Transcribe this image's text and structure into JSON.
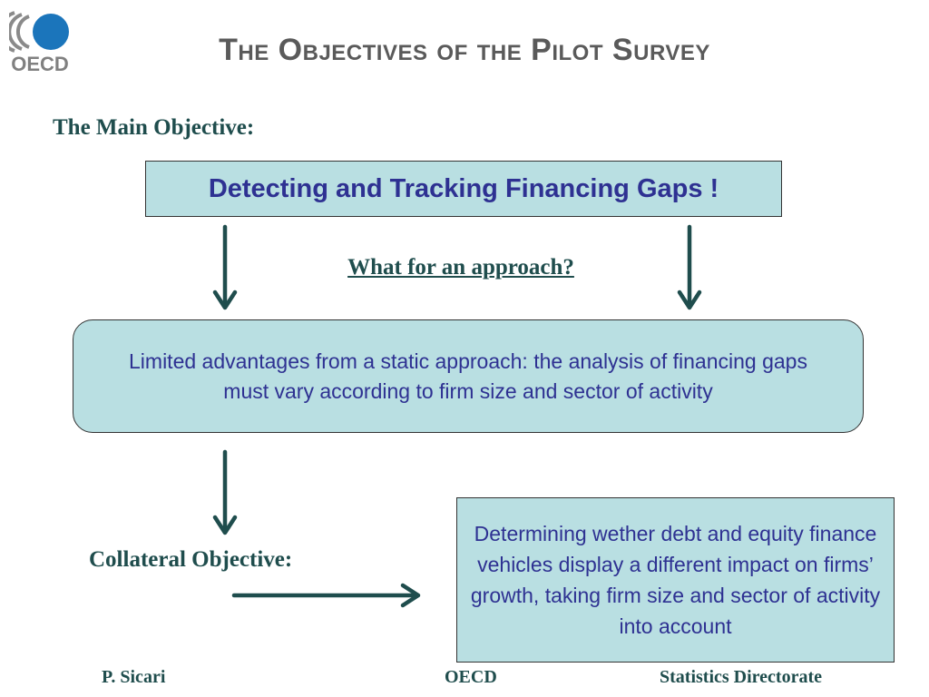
{
  "logo": {
    "text": "OECD",
    "colors": {
      "circle": "#1b75bb",
      "text": "#808080"
    }
  },
  "slide": {
    "title": "The Objectives of the Pilot Survey",
    "main_objective_label": "The Main Objective:",
    "main_objective_box": "Detecting and Tracking Financing Gaps !",
    "approach_question": "What for an approach?",
    "static_approach_box": "Limited advantages from a static approach: the analysis of financing gaps must vary according to firm size and sector of activity",
    "collateral_label": "Collateral Objective:",
    "collateral_box": "Determining wether debt and equity finance  vehicles display a different impact on firms’ growth, taking firm size and sector of activity into account"
  },
  "footer": {
    "author": "P. Sicari",
    "organization": "OECD",
    "department": "Statistics Directorate"
  },
  "colors": {
    "box_fill": "#b9dfe2",
    "box_text": "#2e3192",
    "label_text": "#1f4d4d",
    "arrow": "#1f4d4d",
    "title": "#5a5a5a"
  }
}
